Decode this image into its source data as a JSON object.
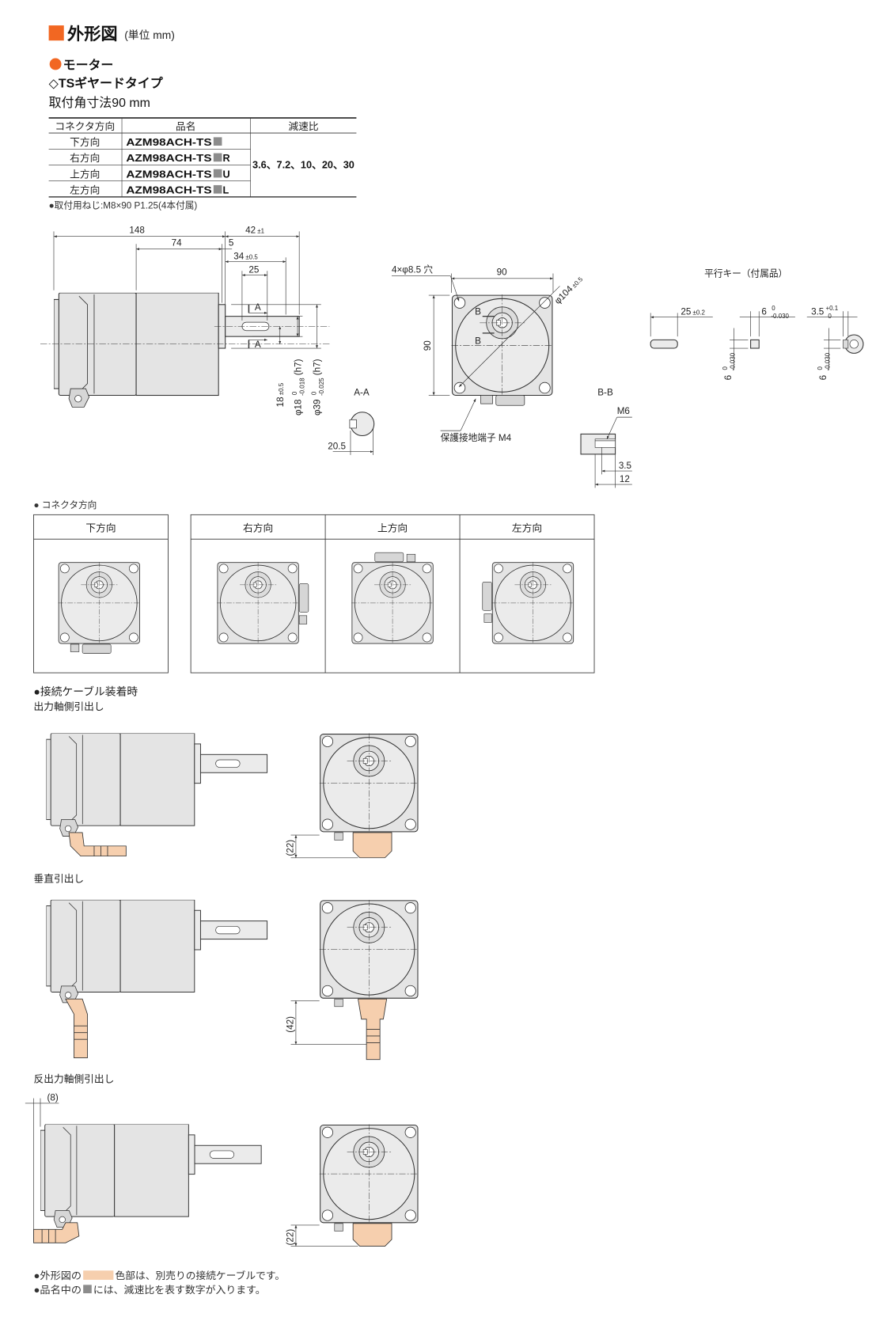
{
  "colors": {
    "accent": "#f26722",
    "cable": "#f6cfae",
    "body": "#e4e4e4",
    "placeholder": "#8c8c8c"
  },
  "header": {
    "title": "外形図",
    "unit": "(単位 mm)"
  },
  "motor": {
    "label": "モーター",
    "type": "◇TSギヤードタイプ",
    "mount": "取付角寸法90 mm"
  },
  "table": {
    "headers": [
      "コネクタ方向",
      "品名",
      "減速比"
    ],
    "rows": [
      {
        "dir": "下方向",
        "model": "AZM98ACH-TS",
        "suffix": ""
      },
      {
        "dir": "右方向",
        "model": "AZM98ACH-TS",
        "suffix": "R"
      },
      {
        "dir": "上方向",
        "model": "AZM98ACH-TS",
        "suffix": "U"
      },
      {
        "dir": "左方向",
        "model": "AZM98ACH-TS",
        "suffix": "L"
      }
    ],
    "ratio": "3.6、7.2、10、20、30"
  },
  "note_screw": "●取付用ねじ:M8×90 P1.25(4本付属)",
  "side": {
    "d148": "148",
    "d74": "74",
    "d5": "5",
    "d42": "42",
    "d42_tol": "±1",
    "d34": "34",
    "d34_tol": "±0.5",
    "d25": "25",
    "a_top": "A",
    "a_bot": "A",
    "d18off": "18",
    "d18off_tol": "±0.5",
    "phi18": "φ18",
    "phi18_up": "0",
    "phi18_lo": "-0.018",
    "phi18_fit": "(h7)",
    "phi39": "φ39",
    "phi39_up": "0",
    "phi39_lo": "-0.025",
    "phi39_fit": "(h7)"
  },
  "section_aa": {
    "label": "A-A",
    "d20": "20.5"
  },
  "front": {
    "holes": "4×φ8.5 穴",
    "width": "90",
    "pcd": "φ104",
    "pcd_tol": "±0.5",
    "b_top": "B",
    "b_bot": "B",
    "height": "90",
    "ground": "保護接地端子 M4"
  },
  "section_bb": {
    "label": "B-B",
    "thread": "M6",
    "d35": "3.5",
    "d12": "12"
  },
  "key": {
    "title": "平行キー（付属品）",
    "length": "25",
    "length_tol": "±0.2",
    "width": "6",
    "width_up": "0",
    "width_lo": "-0.030",
    "depth": "3.5",
    "depth_up": "+0.1",
    "depth_lo": "0",
    "h1": "6",
    "h1_up": "0",
    "h1_lo": "-0.030",
    "h2": "6",
    "h2_up": "0",
    "h2_lo": "-0.030"
  },
  "connector_section": {
    "title": "● コネクタ方向",
    "labels": [
      "下方向",
      "右方向",
      "上方向",
      "左方向"
    ]
  },
  "cable_section": {
    "title": "●接続ケーブル装着時",
    "output": "出力軸側引出し",
    "output_dim": "(22)",
    "vertical": "垂直引出し",
    "vertical_dim": "(42)",
    "reverse": "反出力軸側引出し",
    "reverse_dim_side": "(8)",
    "reverse_dim": "(22)"
  },
  "footer": {
    "cable_prefix": "●外形図の",
    "cable_suffix": "色部は、別売りの接続ケーブルです。",
    "ratio_prefix": "●品名中の",
    "ratio_suffix": "には、減速比を表す数字が入ります。"
  }
}
